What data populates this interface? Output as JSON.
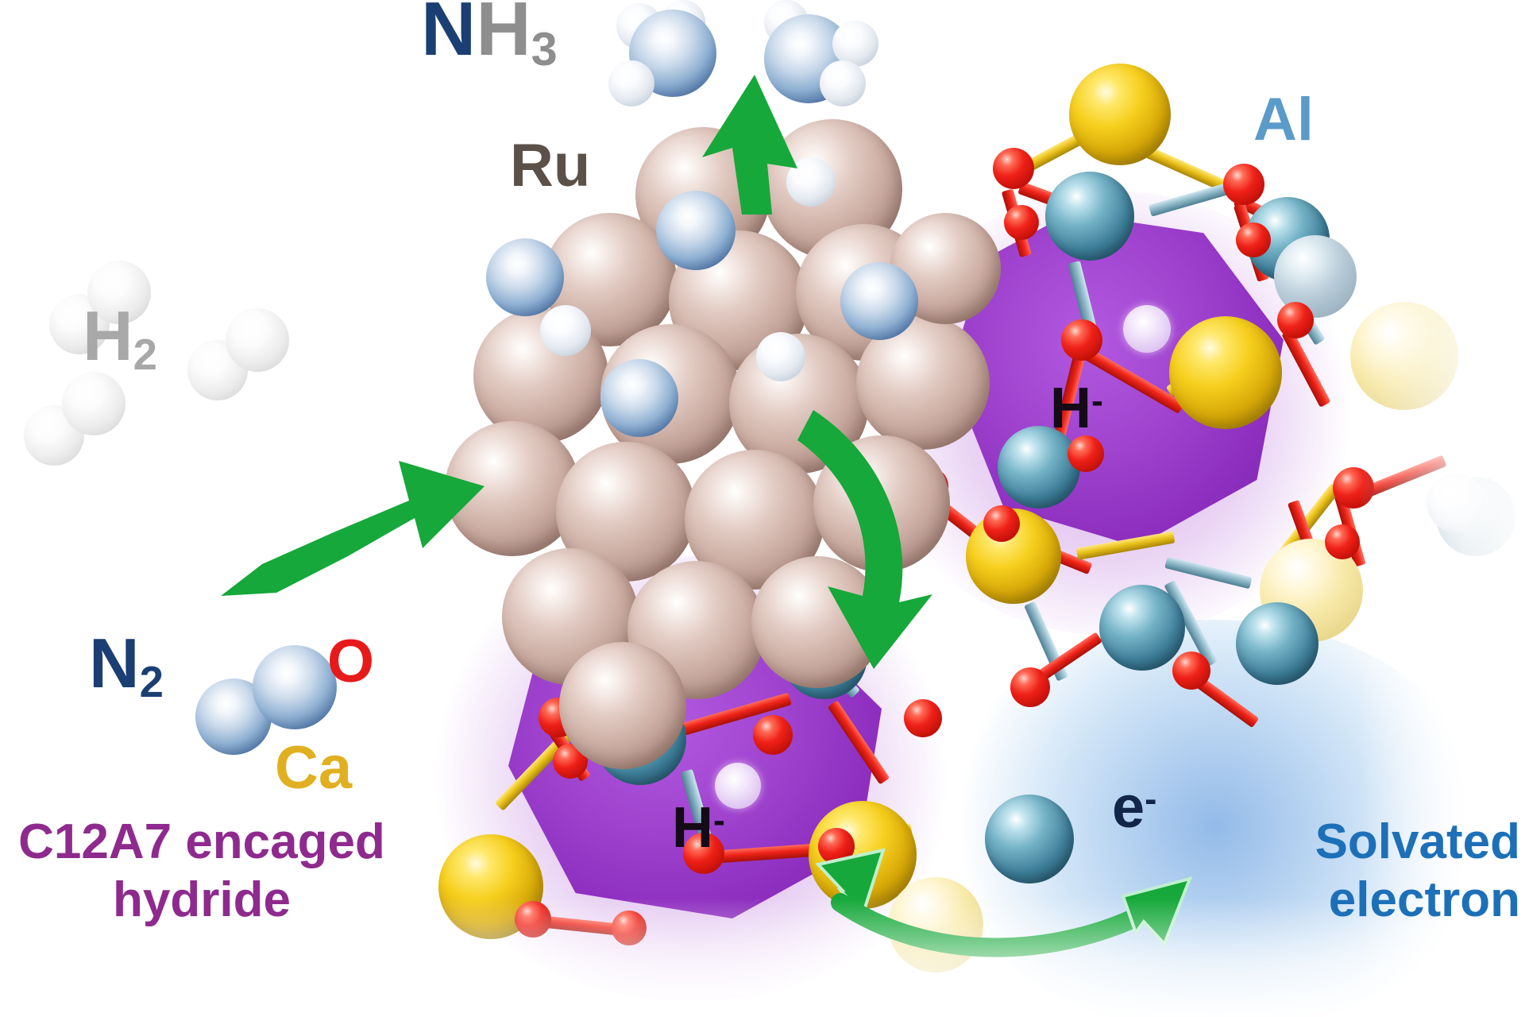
{
  "figure": {
    "kind": "reaction-schematic",
    "background_color": "#ffffff",
    "accent_arrow_color": "#16a83a",
    "description": "Ruthenium nanoparticle on C12A7 electride catalyst converting N2 and H2 into NH3"
  },
  "labels": {
    "nh3": {
      "main": "N",
      "h": "H",
      "subscript": "3",
      "n_color": "#1b3f72",
      "h_color": "#8e8e8e"
    },
    "ru": {
      "text": "Ru",
      "color": "#5b5149"
    },
    "al": {
      "text": "Al",
      "color": "#5b9bc9"
    },
    "h2": {
      "main": "H",
      "subscript": "2",
      "color": "#a8a8a8"
    },
    "n2": {
      "main": "N",
      "subscript": "2",
      "color": "#1b3f72"
    },
    "o": {
      "text": "O",
      "color": "#e8191a"
    },
    "ca": {
      "text": "Ca",
      "color": "#e0b021"
    },
    "hydride_top": {
      "main": "H",
      "superscript": "-",
      "color": "#140a18"
    },
    "hydride_bottom": {
      "main": "H",
      "superscript": "-",
      "color": "#140a18"
    },
    "electron": {
      "main": "e",
      "superscript": "-",
      "color": "#12264a"
    },
    "c12a7": {
      "line1": "C12A7 encaged",
      "line2": "hydride",
      "color": "#8e2a8e"
    },
    "solvated": {
      "line1": "Solvated",
      "line2": "electron",
      "color": "#1d70b8"
    }
  },
  "legend": [
    {
      "key": "nh3",
      "text": "NH3",
      "color": "#1b3f72"
    },
    {
      "key": "ru",
      "text": "Ru",
      "color": "#5b5149"
    },
    {
      "key": "al",
      "text": "Al",
      "color": "#5b9bc9"
    },
    {
      "key": "h2",
      "text": "H2",
      "color": "#a8a8a8"
    },
    {
      "key": "n2",
      "text": "N2",
      "color": "#1b3f72"
    },
    {
      "key": "o",
      "text": "O",
      "color": "#e8191a"
    },
    {
      "key": "ca",
      "text": "Ca",
      "color": "#e0b021"
    },
    {
      "key": "hydride",
      "text": "H-",
      "color": "#140a18"
    },
    {
      "key": "electron",
      "text": "e-",
      "color": "#12264a"
    },
    {
      "key": "c12a7",
      "text": "C12A7 encaged hydride",
      "color": "#8e2a8e"
    },
    {
      "key": "solvated",
      "text": "Solvated electron",
      "color": "#1d70b8"
    }
  ],
  "palette": {
    "ruthenium": "#c9aaa0",
    "nitrogen": "#2a5c96",
    "hydrogen": "#e8edf3",
    "calcium": "#f2c81a",
    "aluminium": "#3f7f99",
    "oxygen": "#ee2318",
    "cage": "#9a3fc4",
    "hydride": "#e3cdf4",
    "green": "#16a83a"
  },
  "arrows": [
    {
      "name": "feed-gas-arrow",
      "direction": "right-up",
      "meaning": "N2 and H2 adsorb onto Ru"
    },
    {
      "name": "ammonia-release-arrow",
      "direction": "up",
      "meaning": "NH3 desorbs"
    },
    {
      "name": "hydride-transfer-arrow",
      "direction": "curve-down",
      "meaning": "H migrates from Ru to cage"
    },
    {
      "name": "electron-hydride-exchange-arrow",
      "direction": "double",
      "meaning": "H- and e- interconvert"
    }
  ]
}
